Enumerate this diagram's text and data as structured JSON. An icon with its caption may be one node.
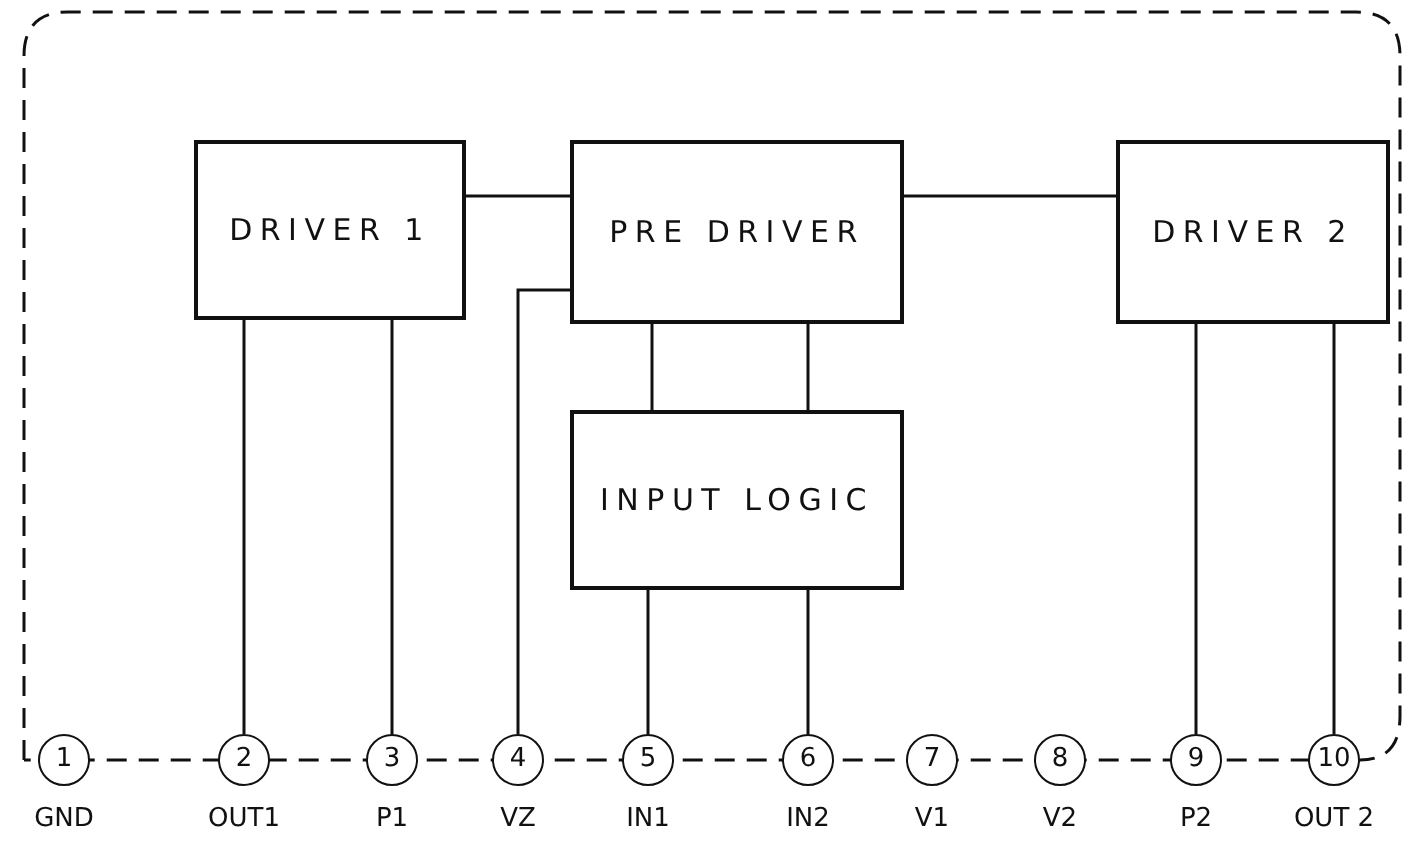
{
  "diagram": {
    "nodes": [
      {
        "text": [
          "DRIVER 1"
        ]
      },
      {
        "text": [
          "PRE DRIVER"
        ]
      },
      {
        "text": [
          "DRIVER 2"
        ]
      },
      {
        "text": [
          "INPUT LOGIC"
        ]
      },
      {
        "text": [
          "1"
        ],
        "beside": [
          "GND"
        ]
      },
      {
        "text": [
          "2"
        ],
        "beside": [
          "OUT1"
        ]
      },
      {
        "text": [
          "3"
        ],
        "beside": [
          "P1"
        ]
      },
      {
        "text": [
          "4"
        ],
        "beside": [
          "VZ"
        ]
      },
      {
        "text": [
          "5"
        ],
        "beside": [
          "IN1"
        ]
      },
      {
        "text": [
          "6"
        ],
        "beside": [
          "IN2"
        ]
      },
      {
        "text": [
          "7"
        ],
        "beside": [
          "V1"
        ]
      },
      {
        "text": [
          "8"
        ],
        "beside": [
          "V2"
        ]
      },
      {
        "text": [
          "9"
        ],
        "beside": [
          "P2"
        ]
      },
      {
        "text": [
          "10"
        ],
        "beside": [
          "OUT 2"
        ]
      }
    ],
    "edges": [
      {
        "from": 0,
        "to": 1,
        "arrow": "none"
      },
      {
        "from": 1,
        "to": 2,
        "arrow": "none"
      },
      {
        "from": 0,
        "to": 5,
        "arrow": "none"
      },
      {
        "from": 0,
        "to": 6,
        "arrow": "none"
      },
      {
        "from": 7,
        "to": 1,
        "arrow": "none"
      },
      {
        "from": 1,
        "to": 3,
        "arrow": "none"
      },
      {
        "from": 1,
        "to": 3,
        "arrow": "none"
      },
      {
        "from": 3,
        "to": 8,
        "arrow": "none"
      },
      {
        "from": 3,
        "to": 9,
        "arrow": "none"
      },
      {
        "from": 2,
        "to": 12,
        "arrow": "none"
      },
      {
        "from": 2,
        "to": 13,
        "arrow": "none"
      }
    ]
  }
}
